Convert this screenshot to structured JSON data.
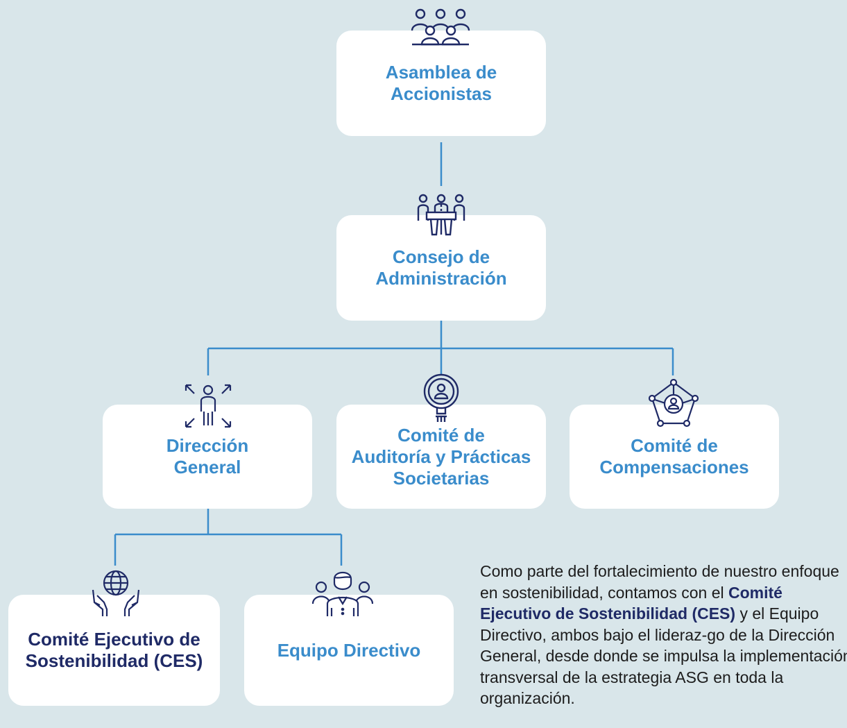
{
  "nodes": {
    "asamblea": {
      "label": "Asamblea de\nAccionistas",
      "icon": "shareholders-group-icon"
    },
    "consejo": {
      "label": "Consejo de\nAdministración",
      "icon": "board-meeting-icon"
    },
    "direccion": {
      "label": "Dirección\nGeneral",
      "icon": "executive-directions-icon"
    },
    "auditoria": {
      "label": "Comité de\nAuditoría y Prácticas\nSocietarias",
      "icon": "magnifier-person-icon"
    },
    "compensaciones": {
      "label": "Comité de\nCompensaciones",
      "icon": "network-person-icon"
    },
    "ces": {
      "label": "Comité Ejecutivo de\nSostenibilidad (CES)",
      "icon": "globe-in-hands-icon"
    },
    "equipo": {
      "label": "Equipo Directivo",
      "icon": "team-leader-icon"
    }
  },
  "note": {
    "part1": "Como parte del fortalecimiento de nuestro enfoque en sostenibilidad, contamos con el ",
    "bold": "Comité Ejecutivo de Sostenibilidad (CES)",
    "part2": " y el Equipo Directivo, ambos bajo el lideraz-go de la Dirección General, desde donde se impulsa la implementación transversal de la estrategia ASG en toda la organización."
  },
  "colors": {
    "background": "#d9e6ea",
    "accent": "#3a8ccb",
    "dark": "#1f2a66",
    "icon": "#1f2a66"
  }
}
